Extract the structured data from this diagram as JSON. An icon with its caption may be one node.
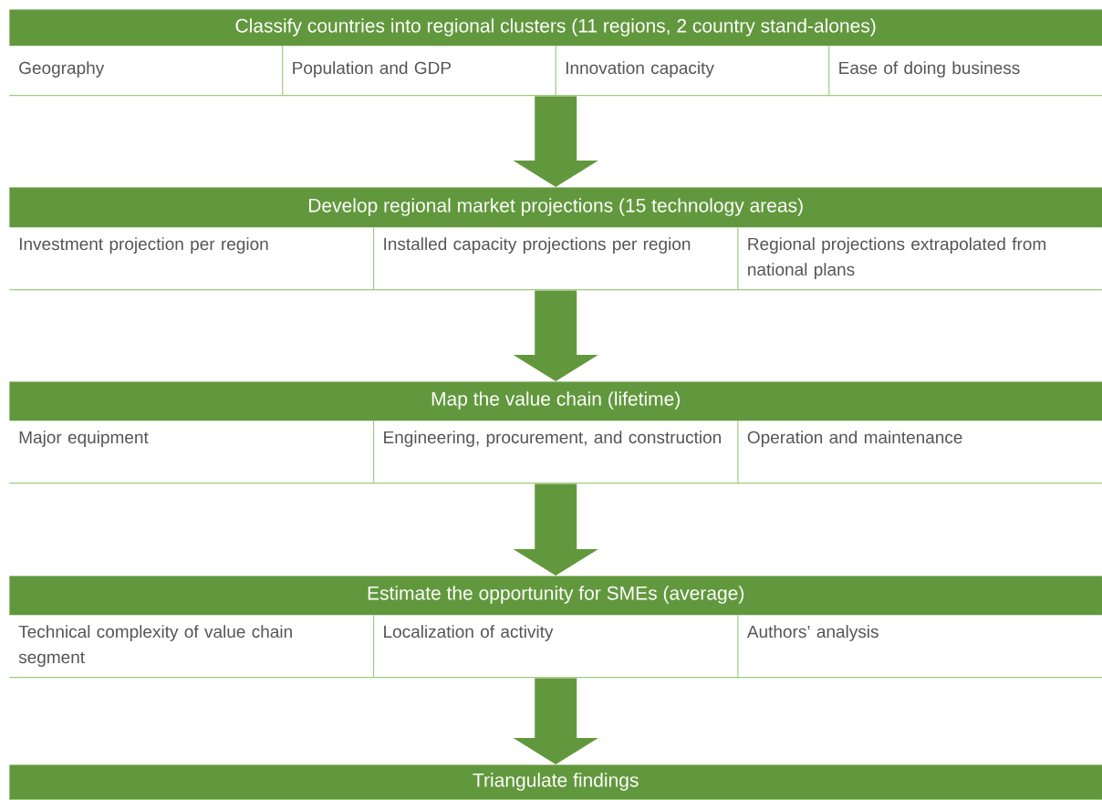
{
  "diagram": {
    "nodes": [
      {
        "text": [
          "Classify countries into regional clusters (11 regions, 2 country stand-alones)"
        ]
      },
      {
        "text": [
          "Geography"
        ],
        "in": 0
      },
      {
        "text": [
          "Population and GDP"
        ],
        "in": 0
      },
      {
        "text": [
          "Innovation capacity"
        ],
        "in": 0
      },
      {
        "text": [
          "Ease of doing business"
        ],
        "in": 0
      },
      {
        "text": [
          "Develop regional market projections (15 technology areas)"
        ]
      },
      {
        "text": [
          "Investment projection per region"
        ],
        "in": 5
      },
      {
        "text": [
          "Installed capacity projections per region"
        ],
        "in": 5
      },
      {
        "text": [
          "Regional projections extrapolated from national plans"
        ],
        "in": 5
      },
      {
        "text": [
          "Map the value chain (lifetime)"
        ]
      },
      {
        "text": [
          "Major equipment"
        ],
        "in": 9
      },
      {
        "text": [
          "Engineering, procurement, and construction"
        ],
        "in": 9
      },
      {
        "text": [
          "Operation and maintenance"
        ],
        "in": 9
      },
      {
        "text": [
          "Estimate the opportunity for SMEs (average)"
        ]
      },
      {
        "text": [
          "Technical complexity of value chain segment"
        ],
        "in": 13
      },
      {
        "text": [
          "Localization of activity"
        ],
        "in": 13
      },
      {
        "text": [
          "Authors’ analysis"
        ],
        "in": 13
      },
      {
        "text": [
          "Triangulate findings"
        ]
      }
    ],
    "edges": [
      {
        "from": 0,
        "to": 5,
        "arrow": "to"
      },
      {
        "from": 5,
        "to": 9,
        "arrow": "to"
      },
      {
        "from": 9,
        "to": 13,
        "arrow": "to"
      },
      {
        "from": 13,
        "to": 17,
        "arrow": "to"
      }
    ]
  }
}
